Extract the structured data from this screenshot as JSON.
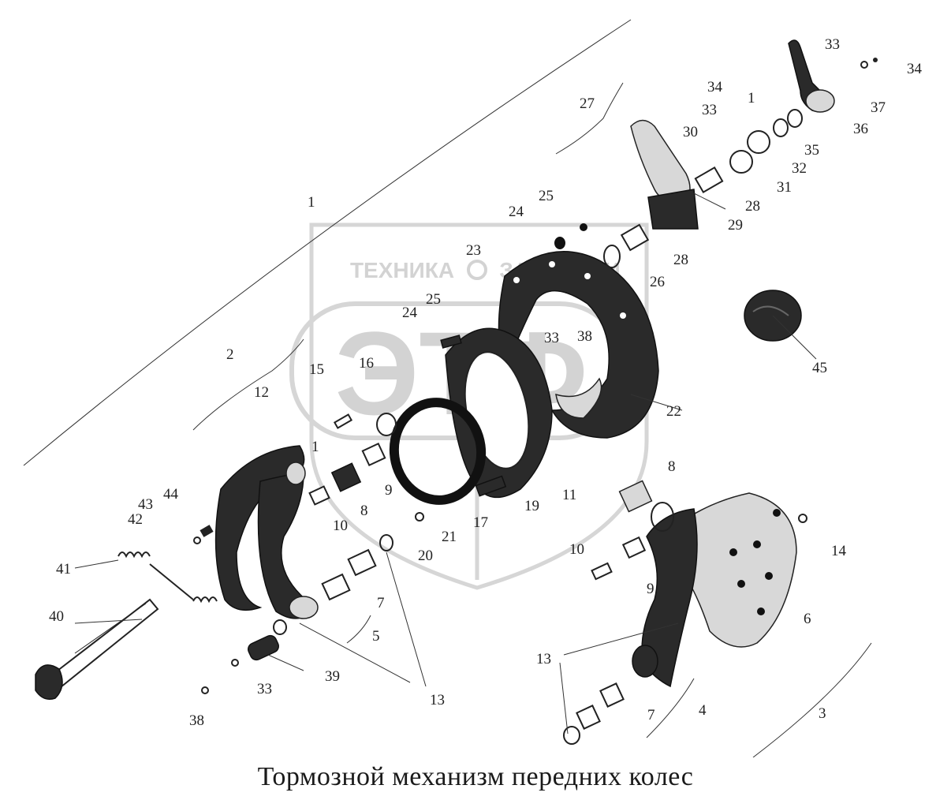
{
  "caption": "Тормозной механизм передних колес",
  "watermark": {
    "word_left": "ТЕХНИКА",
    "word_right": "ЗАПЧАСТИ",
    "emblem": "ЭТФ"
  },
  "colors": {
    "ink": "#222222",
    "watermark": "#cfcfcf"
  },
  "labels": {
    "l1a": "1",
    "l1b": "1",
    "l1c": "1",
    "l2": "2",
    "l3": "3",
    "l4": "4",
    "l5": "5",
    "l6": "6",
    "l7a": "7",
    "l7b": "7",
    "l8a": "8",
    "l8b": "8",
    "l9a": "9",
    "l9b": "9",
    "l10a": "10",
    "l10b": "10",
    "l11": "11",
    "l12": "12",
    "l13a": "13",
    "l13b": "13",
    "l14": "14",
    "l15": "15",
    "l16": "16",
    "l17": "17",
    "l19": "19",
    "l20": "20",
    "l21": "21",
    "l22": "22",
    "l23": "23",
    "l24a": "24",
    "l24b": "24",
    "l25a": "25",
    "l25b": "25",
    "l26": "26",
    "l27": "27",
    "l28a": "28",
    "l28b": "28",
    "l29": "29",
    "l30": "30",
    "l31": "31",
    "l32": "32",
    "l33a": "33",
    "l33b": "33",
    "l33c": "33",
    "l33d": "33",
    "l34a": "34",
    "l34b": "34",
    "l35": "35",
    "l36": "36",
    "l37": "37",
    "l38a": "38",
    "l38b": "38",
    "l39": "39",
    "l40": "40",
    "l41": "41",
    "l42": "42",
    "l43": "43",
    "l44": "44",
    "l45": "45"
  }
}
